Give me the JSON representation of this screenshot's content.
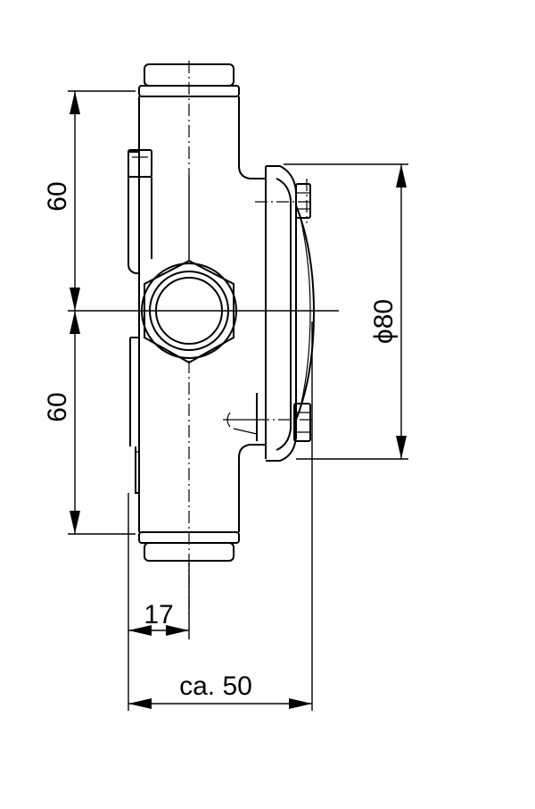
{
  "dimensions": {
    "top_height": "60",
    "bottom_height": "60",
    "diameter": "ϕ80",
    "offset": "17",
    "depth": "ca. 50"
  }
}
